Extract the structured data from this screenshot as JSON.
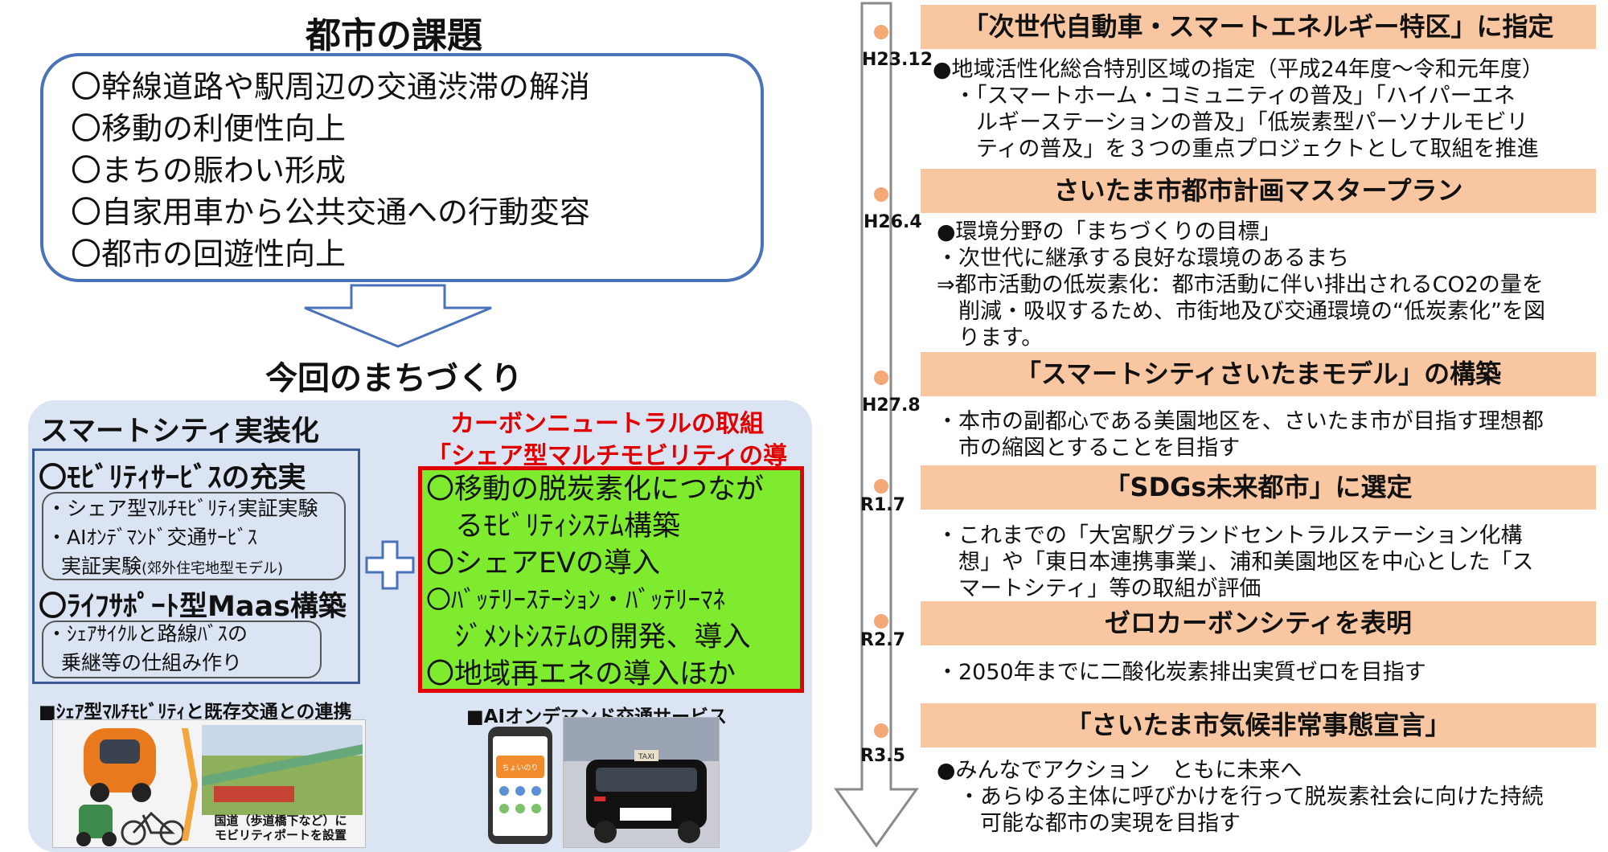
{
  "left": {
    "title": "都市の課題",
    "issues": [
      "〇幹線道路や駅周辺の交通渋滞の解消",
      "〇移動の利便性向上",
      "〇まちの賑わい形成",
      "〇自家用車から公共交通への行動変容",
      "〇都市の回遊性向上"
    ],
    "section_title": "今回のまちづくり",
    "smart": {
      "title": "スマートシティ実装化",
      "mobility_heading": "〇ﾓﾋﾞﾘﾃｨｻｰﾋﾞｽの充実",
      "mobility_items": [
        "・シェア型ﾏﾙﾁﾓﾋﾞﾘﾃｨ実証実験",
        "・AIｵﾝﾃﾞﾏﾝﾄﾞ交通ｻｰﾋﾞｽ",
        "実証実験",
        "(郊外住宅地型モデル)"
      ],
      "life_heading": "〇ﾗｲﾌｻﾎﾟｰﾄ型Maas構築",
      "life_items": [
        "・ｼｪｱｻｲｸﾙと路線ﾊﾞｽの",
        "乗継等の仕組み作り"
      ]
    },
    "carbon": {
      "title1": "カーボンニュートラルの取組",
      "title2": "「シェア型マルチモビリティの導入」",
      "items": [
        "〇移動の脱炭素化につなが",
        "るﾓﾋﾞﾘﾃｨｼｽﾃﾑ構築",
        "〇シェアEVの導入",
        "〇ﾊﾞｯﾃﾘｰｽﾃｰｼｮﾝ・ﾊﾞｯﾃﾘｰﾏﾈ",
        "ｼﾞﾒﾝﾄｼｽﾃﾑの開発、導入",
        "〇地域再エネの導入ほか"
      ]
    },
    "caption_mobility": "■ｼｪｱ型ﾏﾙﾁﾓﾋﾞﾘﾃｨと既存交通との連携",
    "caption_ai": "■AIオンデマンド交通サービス",
    "photo_label_1": "国道（歩道橋下など）に",
    "photo_label_2": "モビリティポートを設置",
    "app_badge": "ちょいのり",
    "taxi_sign": "TAXI"
  },
  "timeline": [
    {
      "date": "H23.12",
      "title": "「次世代自動車・スマートエネルギー特区」に指定",
      "desc": "●地域活性化総合特別区域の指定（平成24年度～令和元年度）\n　・「スマートホーム・コミュニティの普及」「ハイパーエネ\n　　ルギーステーションの普及」「低炭素型パーソナルモビリ\n　　ティの普及」を３つの重点プロジェクトとして取組を推進"
    },
    {
      "date": "H26.4",
      "title": "さいたま市都市計画マスタープラン",
      "desc": "●環境分野の「まちづくりの目標」\n・次世代に継承する良好な環境のあるまち\n⇒都市活動の低炭素化：都市活動に伴い排出されるCO2の量を\n　削減・吸収するため、市街地及び交通環境の“低炭素化”を図\n　ります。"
    },
    {
      "date": "H27.8",
      "title": "「スマートシティさいたまモデル」の構築",
      "desc": "・本市の副都心である美園地区を、さいたま市が目指す理想都\n　市の縮図とすることを目指す"
    },
    {
      "date": "R1.7",
      "title": "「SDGs未来都市」に選定",
      "desc": "・これまでの「大宮駅グランドセントラルステーション化構\n　想」や「東日本連携事業」、浦和美園地区を中心とした「ス\n　マートシティ」等の取組が評価"
    },
    {
      "date": "R2.7",
      "title": "ゼロカーボンシティを表明",
      "desc": "・2050年までに二酸化炭素排出実質ゼロを目指す"
    },
    {
      "date": "R3.5",
      "title": "「さいたま市気候非常事態宣言」",
      "desc": "●みんなでアクション　ともに未来へ\n　・あらゆる主体に呼びかけを行って脱炭素社会に向けた持続\n　　可能な都市の実現を目指す"
    }
  ]
}
